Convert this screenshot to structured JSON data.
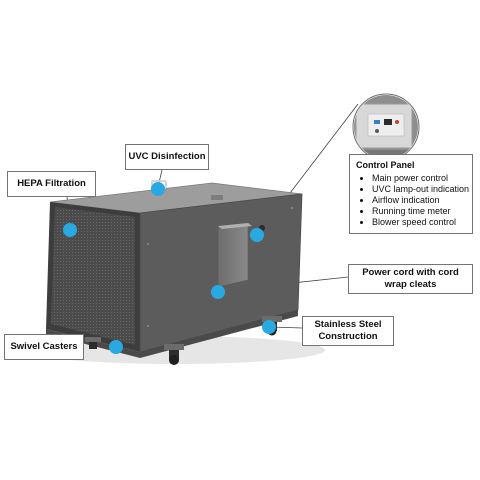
{
  "callouts": {
    "hepa": "HEPA Filtration",
    "uvc": "UVC Disinfection",
    "casters": "Swivel Casters",
    "power_cord": "Power cord with cord wrap cleats",
    "stainless": "Stainless Steel Construction"
  },
  "control_panel": {
    "title": "Control Panel",
    "items": [
      "Main power control",
      "UVC lamp-out indication",
      "Airflow indication",
      "Running time meter",
      "Blower speed control"
    ]
  },
  "colors": {
    "marker": "#29a9e1",
    "unit_front": "#545454",
    "unit_side": "#5e5e5e",
    "unit_top": "#9d9d9d",
    "box_border": "#6f7479"
  }
}
